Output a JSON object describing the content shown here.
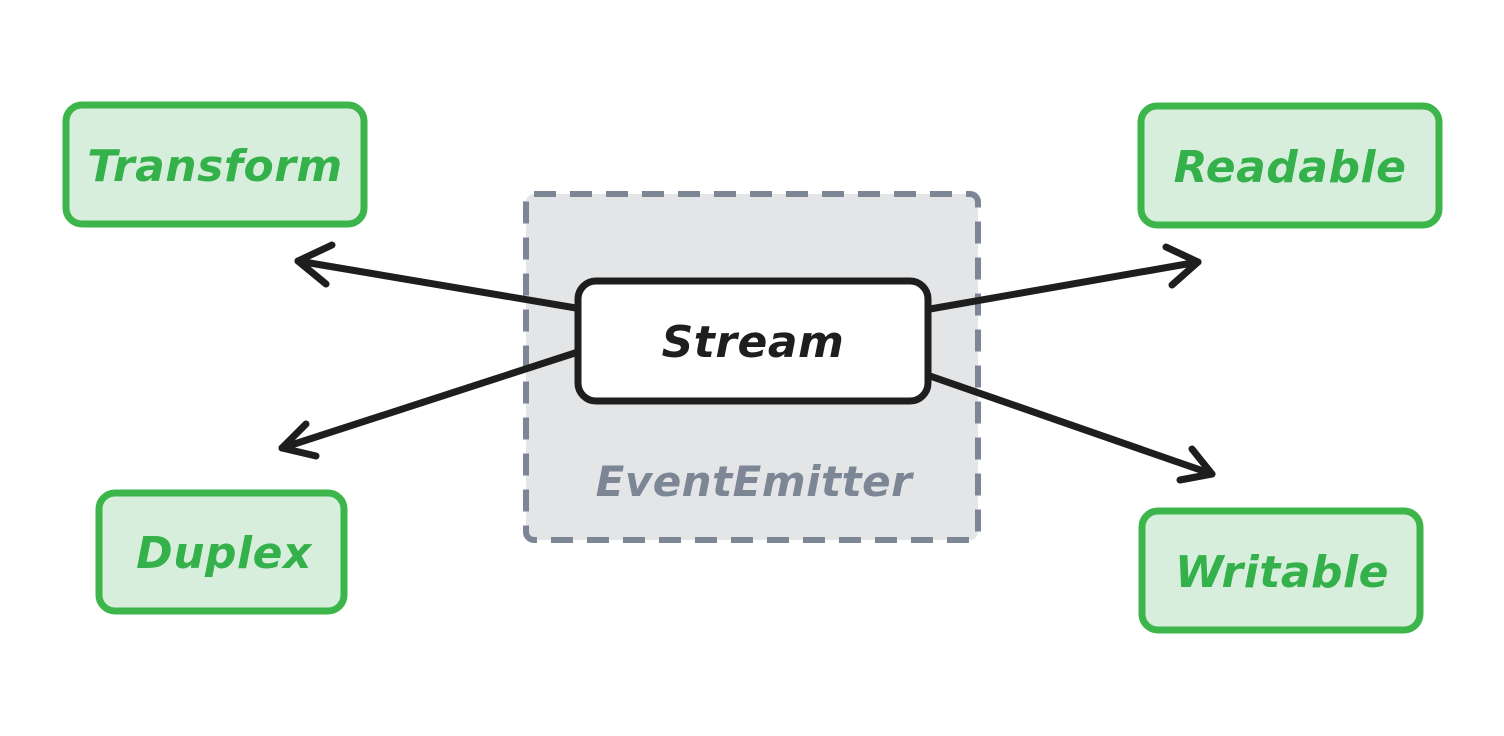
{
  "diagram": {
    "center": {
      "label": "Stream"
    },
    "container": {
      "label": "EventEmitter"
    },
    "children": [
      {
        "id": "transform",
        "label": "Transform"
      },
      {
        "id": "duplex",
        "label": "Duplex"
      },
      {
        "id": "readable",
        "label": "Readable"
      },
      {
        "id": "writable",
        "label": "Writable"
      }
    ]
  },
  "colors": {
    "child_stroke": "#3cb54a",
    "child_fill": "#d8eedc",
    "child_text": "#34b14a",
    "container_stroke": "#7d8694",
    "container_fill": "#e4e5e7",
    "stream_stroke": "#1e1e1e",
    "stream_fill": "#ffffff",
    "arrow": "#1e1e1e"
  }
}
